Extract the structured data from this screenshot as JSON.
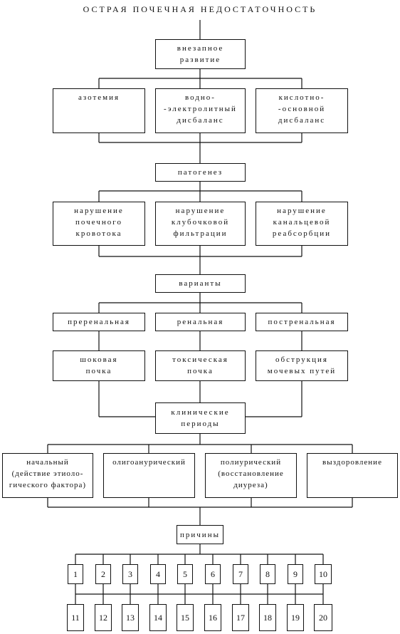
{
  "title": "ОСТРАЯ ПОЧЕЧНАЯ НЕДОСТАТОЧНОСТЬ",
  "onset": [
    "внезапное",
    "развитие"
  ],
  "features": [
    [
      "азотемия"
    ],
    [
      "водно-",
      "-электролитный",
      "дисбаланс"
    ],
    [
      "кислотно-",
      "-основной",
      "дисбаланс"
    ]
  ],
  "pathogenesis_label": "патогенез",
  "pathogenesis": [
    [
      "нарушение",
      "почечного",
      "кровотока"
    ],
    [
      "нарушение",
      "клубочковой",
      "фильтрации"
    ],
    [
      "нарушение",
      "канальцевой",
      "реабсорбции"
    ]
  ],
  "variants_label": "варианты",
  "variants": [
    "преренальная",
    "ренальная",
    "постренальная"
  ],
  "examples": [
    [
      "шоковая",
      "почка"
    ],
    [
      "токсическая",
      "почка"
    ],
    [
      "обструкция",
      "мочевых путей"
    ]
  ],
  "periods_label": [
    "клинические",
    "периоды"
  ],
  "periods": [
    [
      "начальный",
      "(действие этиоло-",
      "гического фактора)"
    ],
    [
      "олигоанурический"
    ],
    [
      "полиурический",
      "(восстановление",
      "диуреза)"
    ],
    [
      "выздоровление"
    ]
  ],
  "causes_label": "причины",
  "causes_row1": [
    "1",
    "2",
    "3",
    "4",
    "5",
    "6",
    "7",
    "8",
    "9",
    "10"
  ],
  "causes_row2": [
    "11",
    "12",
    "13",
    "14",
    "15",
    "16",
    "17",
    "18",
    "19",
    "20"
  ]
}
